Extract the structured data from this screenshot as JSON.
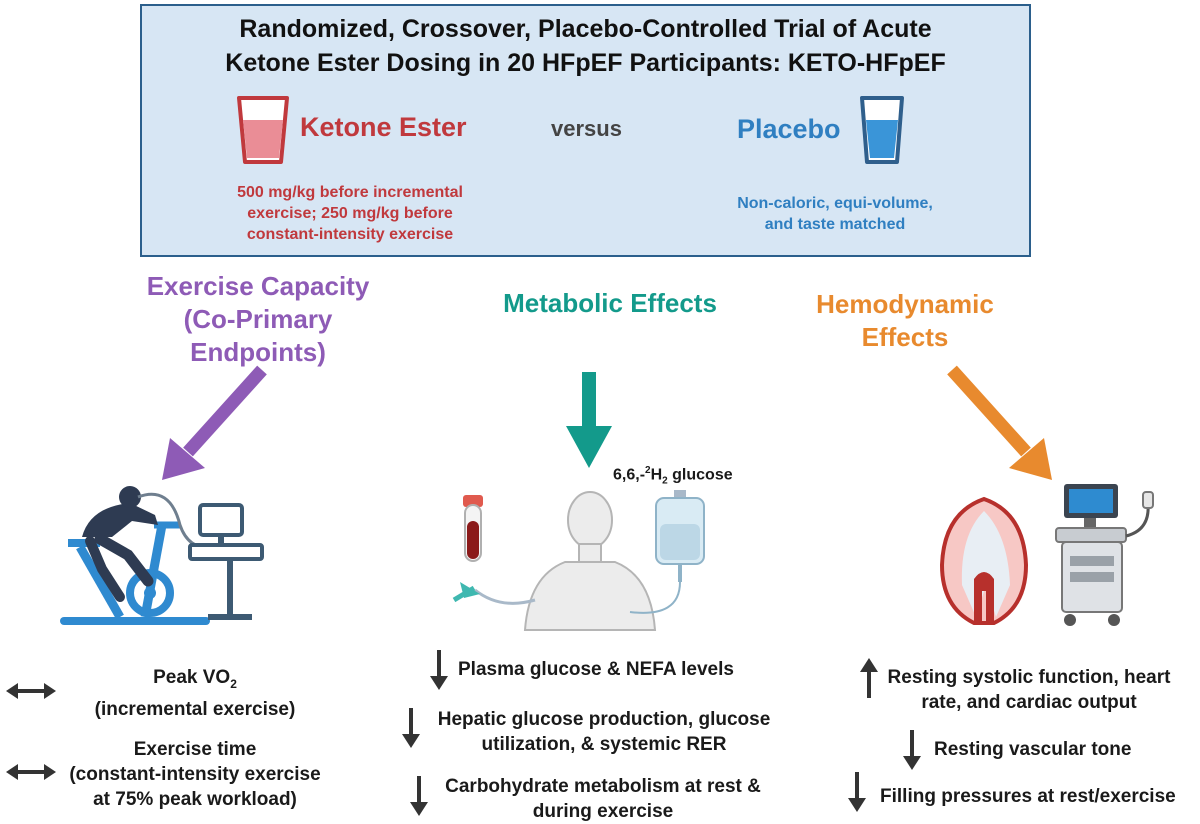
{
  "title": {
    "line1": "Randomized, Crossover, Placebo-Controlled Trial of Acute",
    "line2": "Ketone Ester Dosing in 20 HFpEF Participants: KETO-HFpEF"
  },
  "arms": {
    "ketone": {
      "name": "Ketone Ester",
      "dose_line1": "500 mg/kg before incremental",
      "dose_line2": "exercise; 250 mg/kg before",
      "dose_line3": "constant-intensity exercise",
      "color": "#c0393d"
    },
    "versus": "versus",
    "placebo": {
      "name": "Placebo",
      "desc_line1": "Non-caloric, equi-volume,",
      "desc_line2": "and taste matched",
      "color": "#2f7fc1"
    }
  },
  "sections": {
    "exercise": {
      "heading_line1": "Exercise Capacity",
      "heading_line2": "(Co-Primary",
      "heading_line3": "Endpoints)",
      "color": "#8e5bb6"
    },
    "metabolic": {
      "heading": "Metabolic Effects",
      "tracer_prefix": "6,6,-",
      "tracer_sup": "2",
      "tracer_h": "H",
      "tracer_sub": "2",
      "tracer_suffix": " glucose",
      "color": "#139a8b"
    },
    "hemodynamic": {
      "heading_line1": "Hemodynamic",
      "heading_line2": "Effects",
      "color": "#e88a2e"
    }
  },
  "results": {
    "exercise": [
      {
        "direction": "no-change",
        "line1_prefix": "Peak VO",
        "line1_sub": "2",
        "line2": "(incremental exercise)"
      },
      {
        "direction": "no-change",
        "line1": "Exercise time",
        "line2": "(constant-intensity exercise",
        "line3": "at 75% peak workload)"
      }
    ],
    "metabolic": [
      {
        "direction": "down",
        "line1": "Plasma glucose & NEFA levels"
      },
      {
        "direction": "down",
        "line1": "Hepatic glucose production, glucose",
        "line2": "utilization, & systemic RER"
      },
      {
        "direction": "down",
        "line1": "Carbohydrate metabolism at rest &",
        "line2": "during exercise"
      }
    ],
    "hemodynamic": [
      {
        "direction": "up",
        "line1": "Resting systolic function, heart",
        "line2": "rate, and cardiac output"
      },
      {
        "direction": "down",
        "line1": "Resting vascular tone"
      },
      {
        "direction": "down",
        "line1": "Filling pressures at rest/exercise"
      }
    ]
  }
}
